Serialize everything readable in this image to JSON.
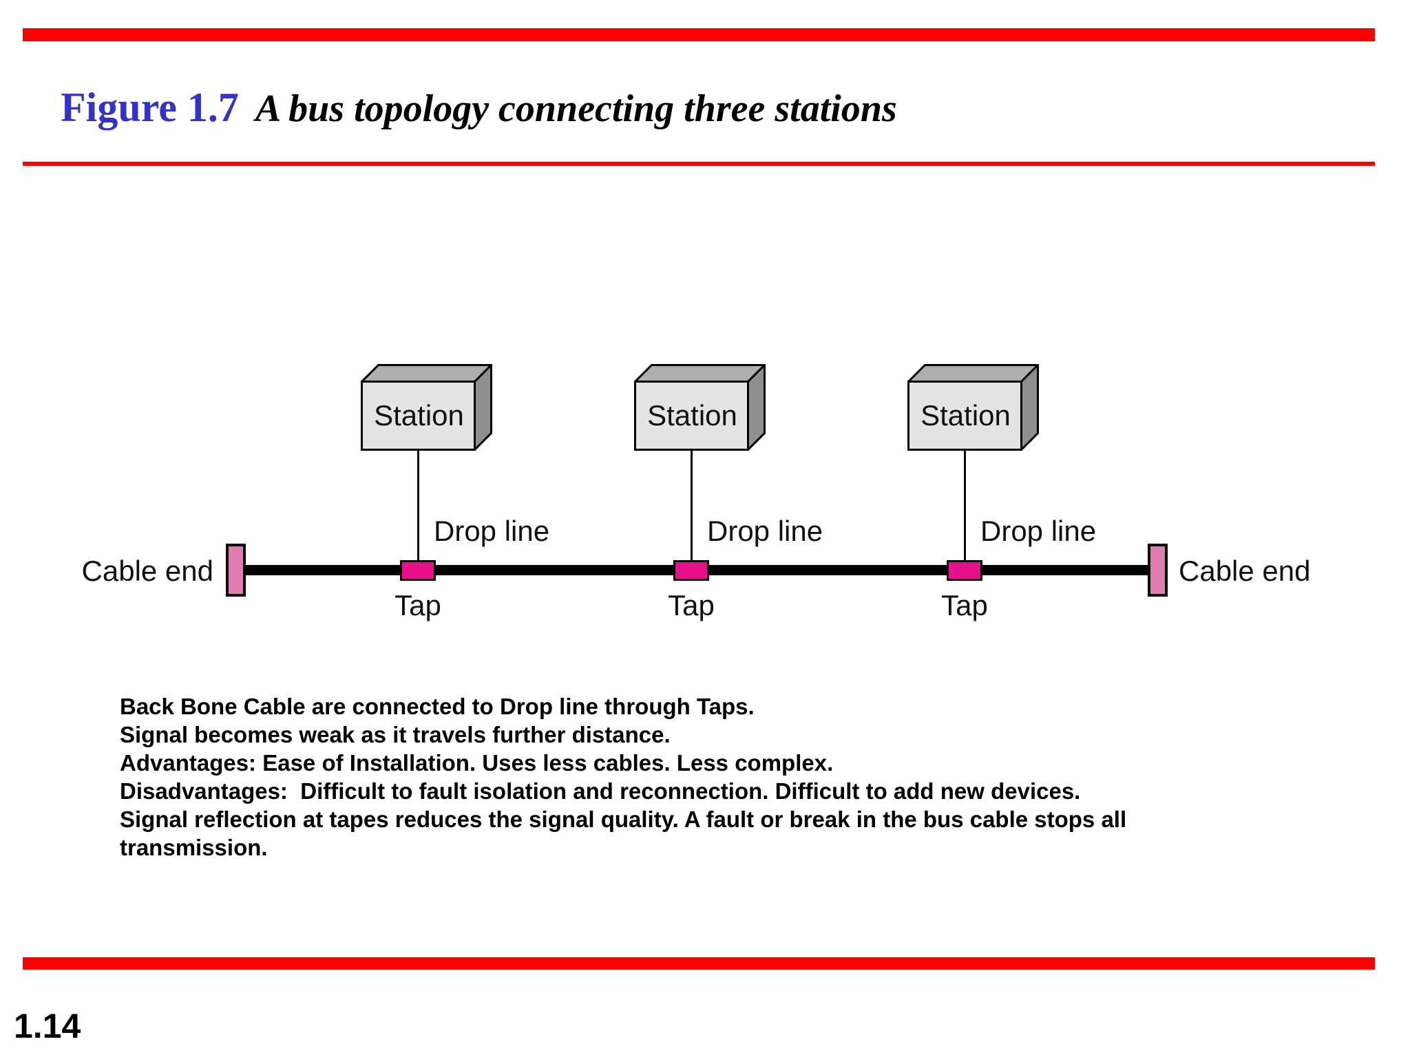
{
  "header": {
    "figure_label": "Figure 1.7",
    "figure_caption": "A bus topology connecting three stations"
  },
  "diagram": {
    "stations": [
      {
        "label": "Station"
      },
      {
        "label": "Station"
      },
      {
        "label": "Station"
      }
    ],
    "drop_line_label": "Drop line",
    "tap_label": "Tap",
    "cable_end_label": "Cable end"
  },
  "notes": {
    "lines": [
      "Back Bone Cable are connected to Drop line through Taps.",
      "Signal becomes weak as it travels further distance.",
      "Advantages: Ease of Installation. Uses less cables. Less complex.",
      "Disadvantages:  Difficult to fault isolation and reconnection. Difficult to add new devices.",
      "Signal reflection at tapes reduces the signal quality. A fault or break in the bus cable stops all",
      "transmission."
    ]
  },
  "footer": {
    "page_number": "1.14"
  },
  "colors": {
    "accent_red": "#FF0000",
    "figure_label_blue": "#3333CC",
    "tap_fill": "#E9118A",
    "cable_end_fill": "#E07CB0",
    "station_front": "#E4E4E4",
    "station_top": "#AFAFAF",
    "station_side": "#8F8F8F",
    "bus_black": "#000000"
  }
}
